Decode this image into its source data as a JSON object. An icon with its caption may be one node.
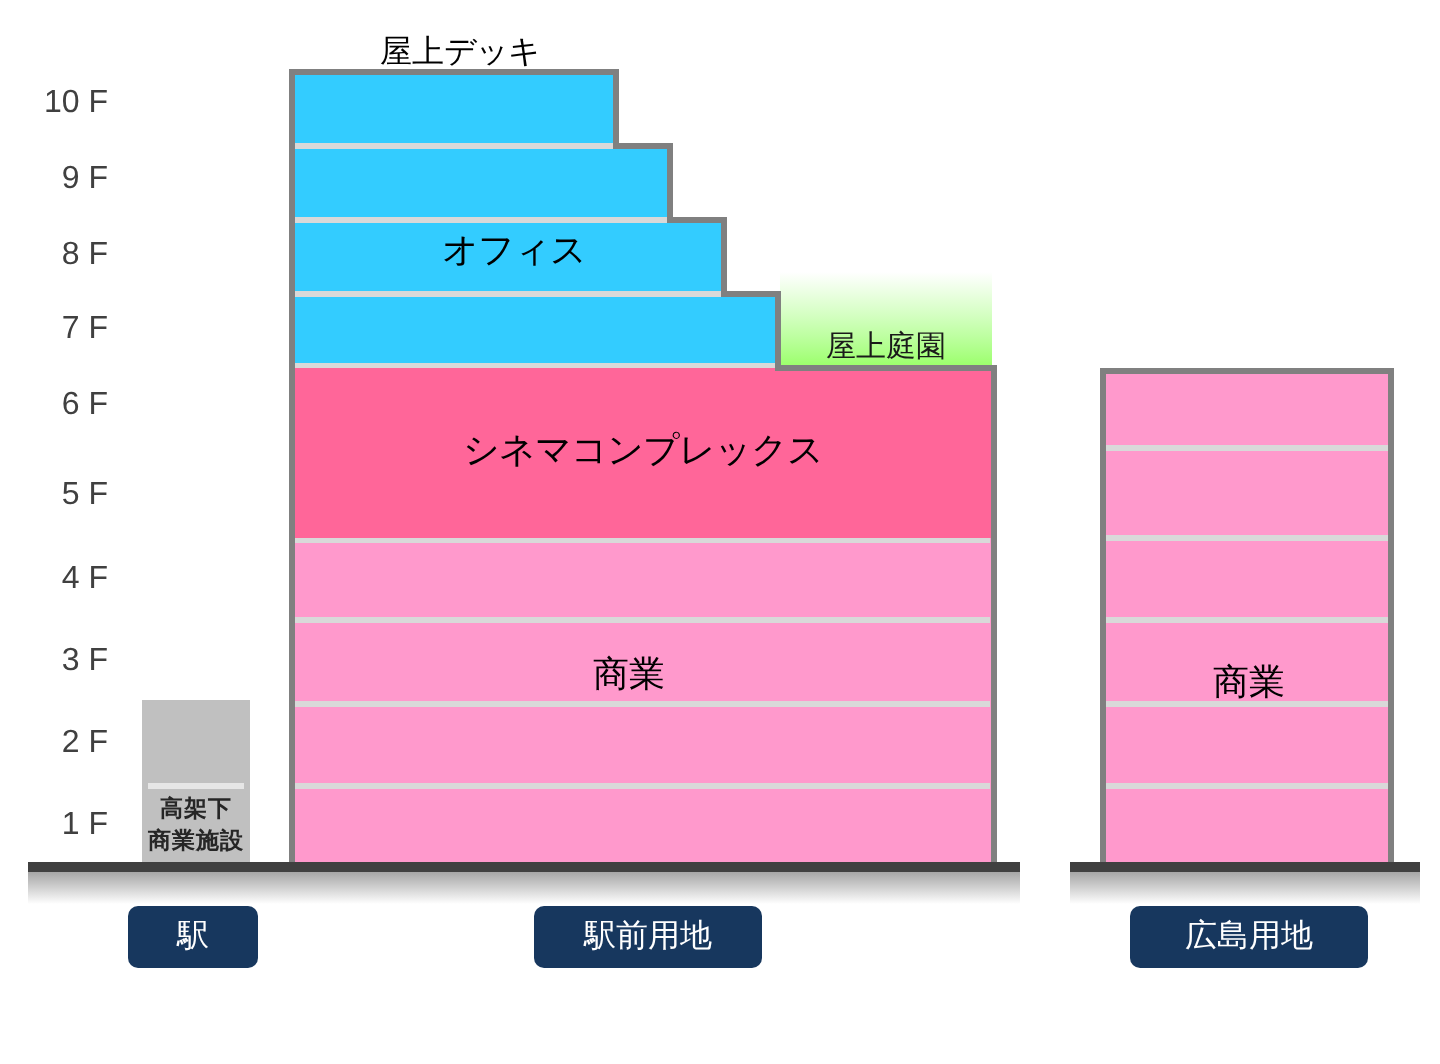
{
  "diagram": {
    "nodes": [
      {
        "text": [
          "オフィス"
        ],
        "beside": [
          "屋上デッキ"
        ]
      },
      {
        "text": [
          "屋上庭園"
        ]
      },
      {
        "text": [
          "シネマコンプレックス"
        ]
      },
      {
        "text": [
          "商業"
        ]
      },
      {
        "text": [
          "高架下商業施設"
        ]
      },
      {
        "text": [
          "商業"
        ]
      },
      {
        "text": [
          "駅"
        ]
      },
      {
        "text": [
          "駅前用地"
        ]
      },
      {
        "text": [
          "広島用地"
        ]
      }
    ],
    "labels": [
      "10 F",
      "9 F",
      "8 F",
      "7 F",
      "6 F",
      "5 F",
      "4 F",
      "3 F",
      "2 F",
      "1 F"
    ]
  }
}
